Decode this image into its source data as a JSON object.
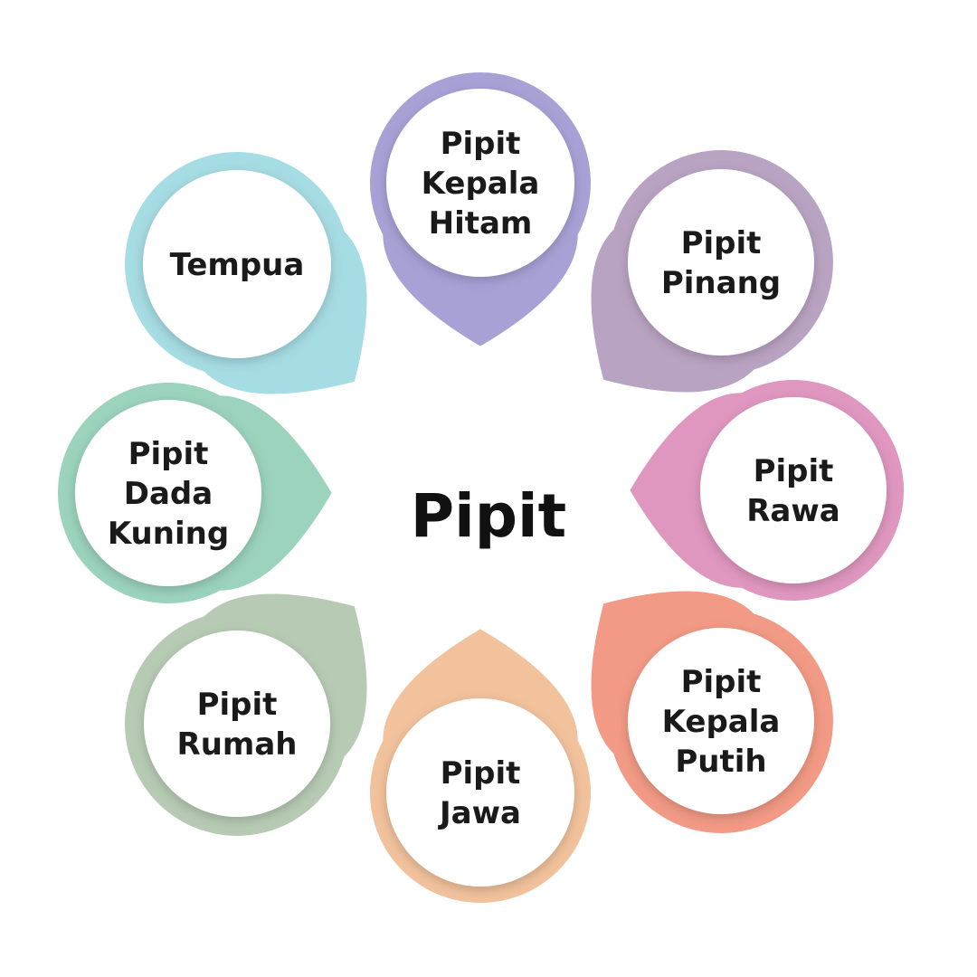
{
  "center": {
    "label": "Pipit"
  },
  "nodes": [
    {
      "lines": [
        "Pipit",
        "Kepala",
        "Hitam"
      ],
      "color": "#a8a1d6"
    },
    {
      "lines": [
        "Pipit",
        "Pinang"
      ],
      "color": "#b9a3c2"
    },
    {
      "lines": [
        "Pipit",
        "Rawa"
      ],
      "color": "#e097bf"
    },
    {
      "lines": [
        "Pipit",
        "Kepala",
        "Putih"
      ],
      "color": "#f29a85"
    },
    {
      "lines": [
        "Pipit",
        "Jawa"
      ],
      "color": "#f2c29c"
    },
    {
      "lines": [
        "Pipit",
        "Rumah"
      ],
      "color": "#b7cbb4"
    },
    {
      "lines": [
        "Pipit",
        "Dada",
        "Kuning"
      ],
      "color": "#9bd3bd"
    },
    {
      "lines": [
        "Tempua"
      ],
      "color": "#a6dce3"
    }
  ]
}
